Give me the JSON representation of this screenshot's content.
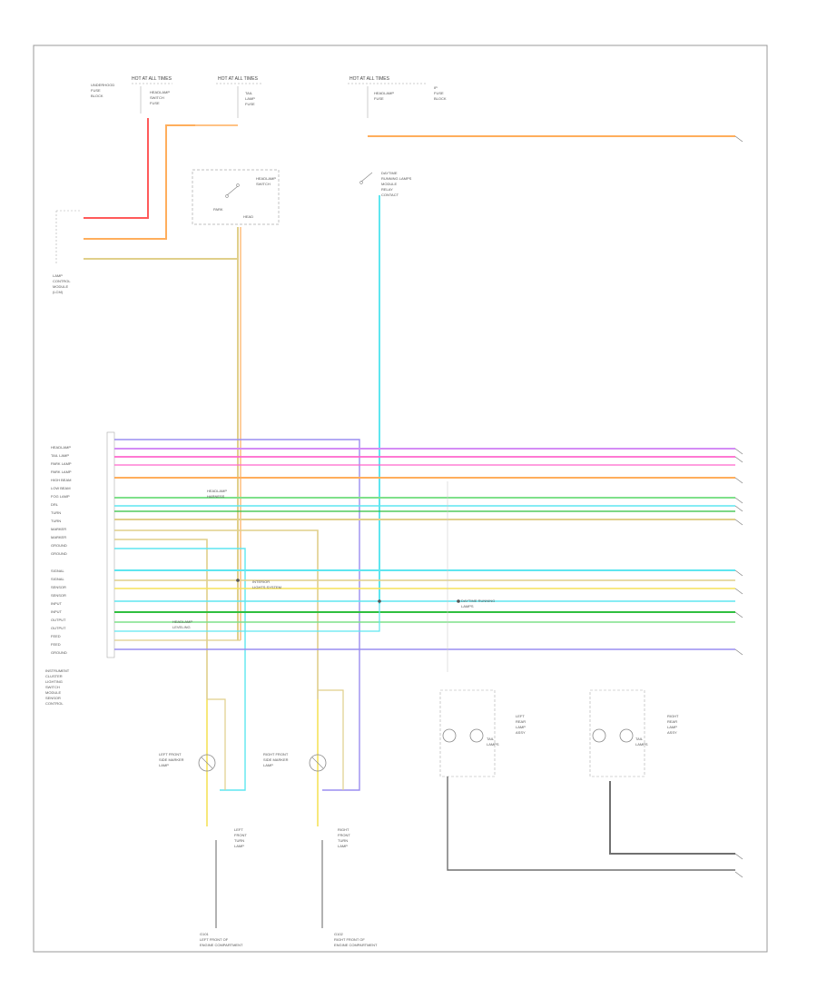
{
  "diagram": {
    "fuse_labels": {
      "f1": "HOT AT ALL TIMES",
      "f2": "HOT AT ALL TIMES",
      "f3": "HOT AT ALL TIMES"
    },
    "page_marker": "",
    "wire_colors": {
      "pink": "#ff66cc",
      "red": "#ff5a5a",
      "orange": "#ffae5c",
      "tan": "#e0cf8a",
      "yellow": "#f5e25a",
      "cyan": "#5ee6f0",
      "light_green": "#7fe08a",
      "green": "#2fbf3f",
      "blue_violet": "#9a8df0",
      "violet": "#d48cf5",
      "dark_gray": "#707070",
      "frame": "#9a9a9a"
    }
  }
}
